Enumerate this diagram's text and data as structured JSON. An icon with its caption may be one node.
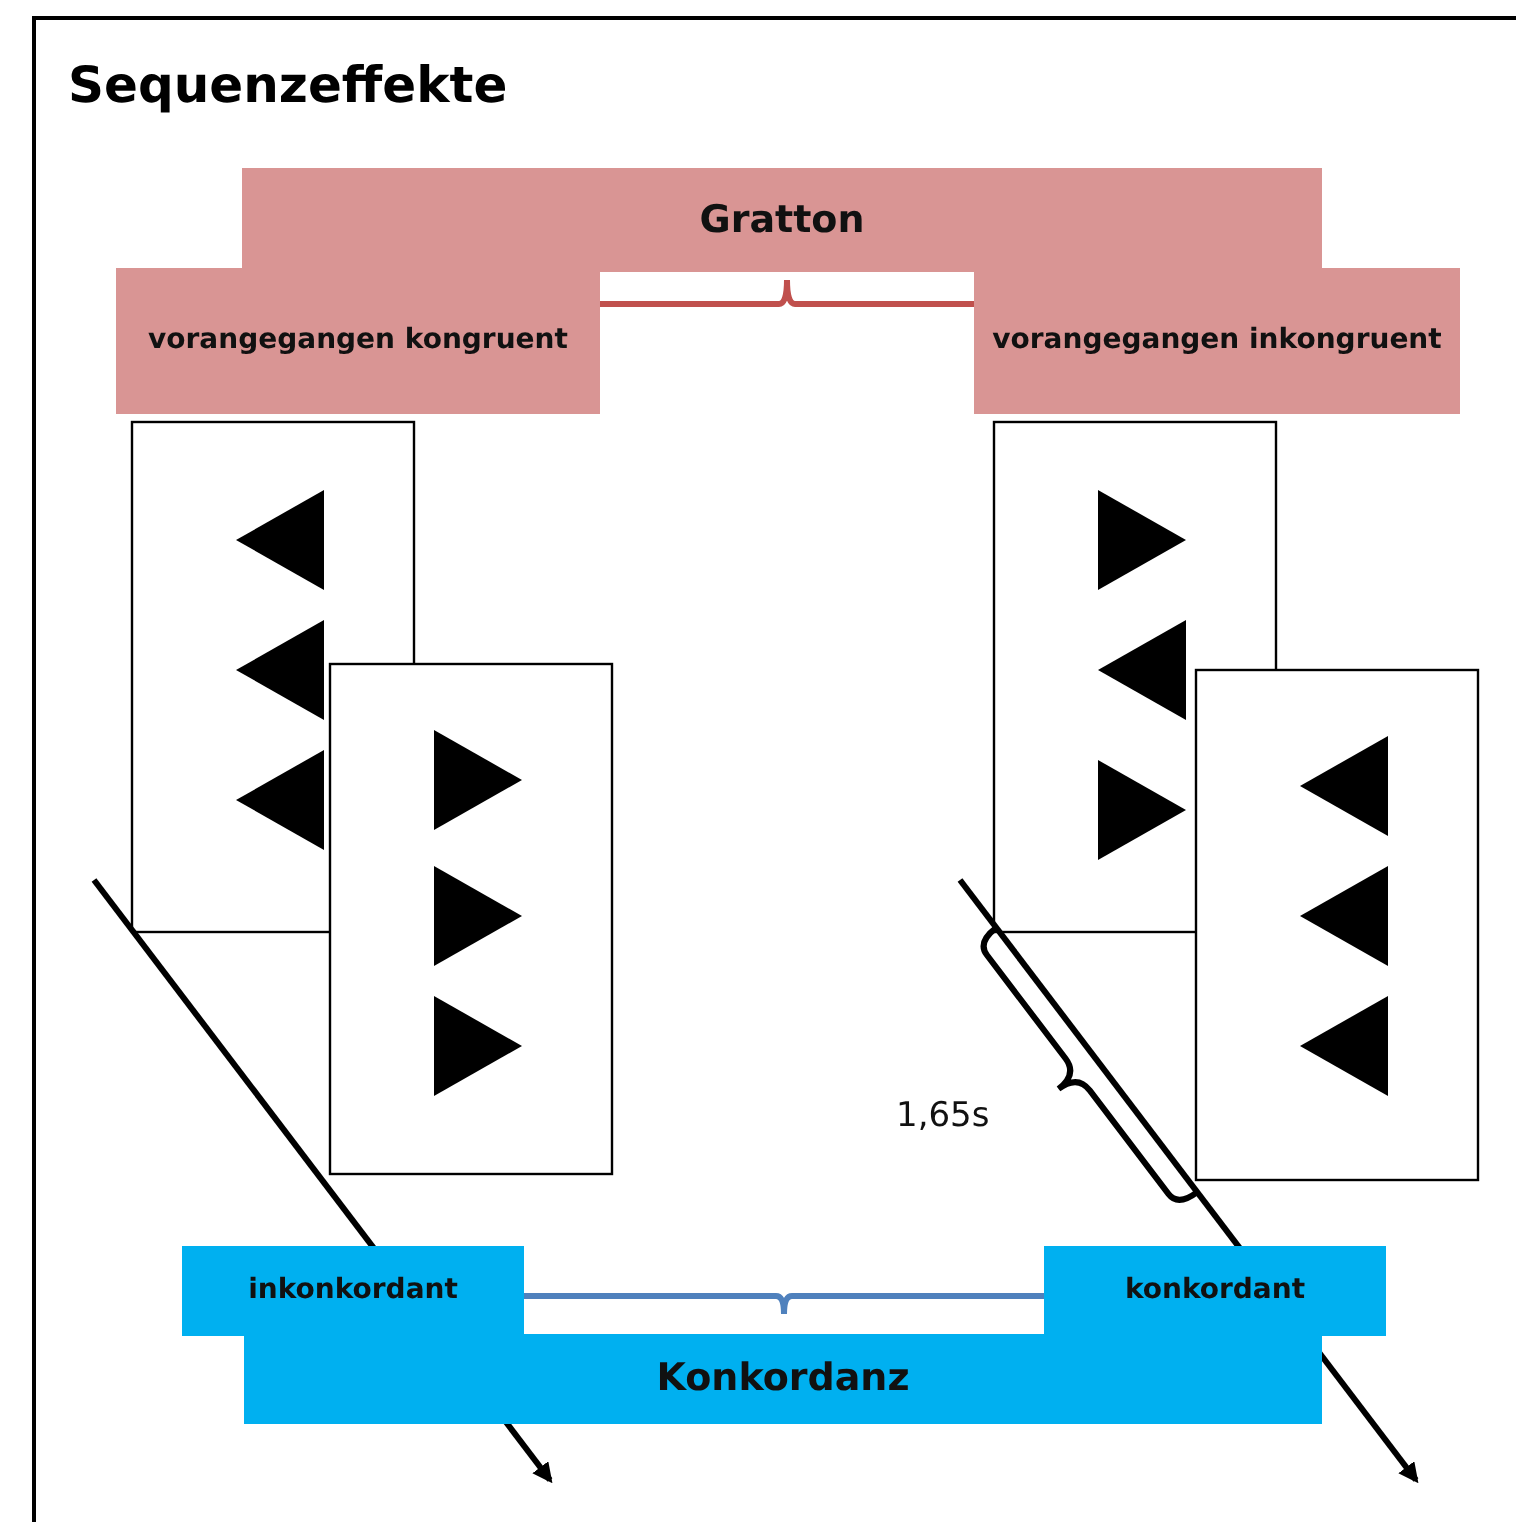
{
  "diagram": {
    "title": "Sequenzeffekte",
    "nodes": [
      {
        "text": [
          "Gratton"
        ]
      },
      {
        "text": [
          "vorangegangen kongruent"
        ]
      },
      {
        "text": [
          "vorangegangen inkongruent"
        ]
      },
      {
        "text": [
          "Konkordanz"
        ]
      },
      {
        "text": [
          "inkonkordant"
        ]
      },
      {
        "text": [
          "konkordant"
        ]
      }
    ],
    "labels": [
      "1,65s"
    ]
  }
}
